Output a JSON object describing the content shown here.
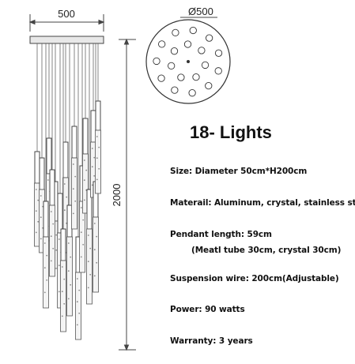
{
  "dimensions": {
    "width_label": "500",
    "height_label": "2000",
    "diameter_label": "Ø500"
  },
  "title": "18- Lights",
  "specs": {
    "size": "Size: Diameter 50cm*H200cm",
    "material": "Materail: Aluminum, crystal, stainless steel",
    "pendant_length": "Pendant length: 59cm",
    "pendant_detail": "(Meatl tube 30cm, crystal 30cm)",
    "suspension": "Suspension wire: 200cm(Adjustable)",
    "power": "Power: 90 watts",
    "warranty": "Warranty: 3 years"
  },
  "colors": {
    "line": "#333333",
    "canopy": "#e8e8e8"
  }
}
